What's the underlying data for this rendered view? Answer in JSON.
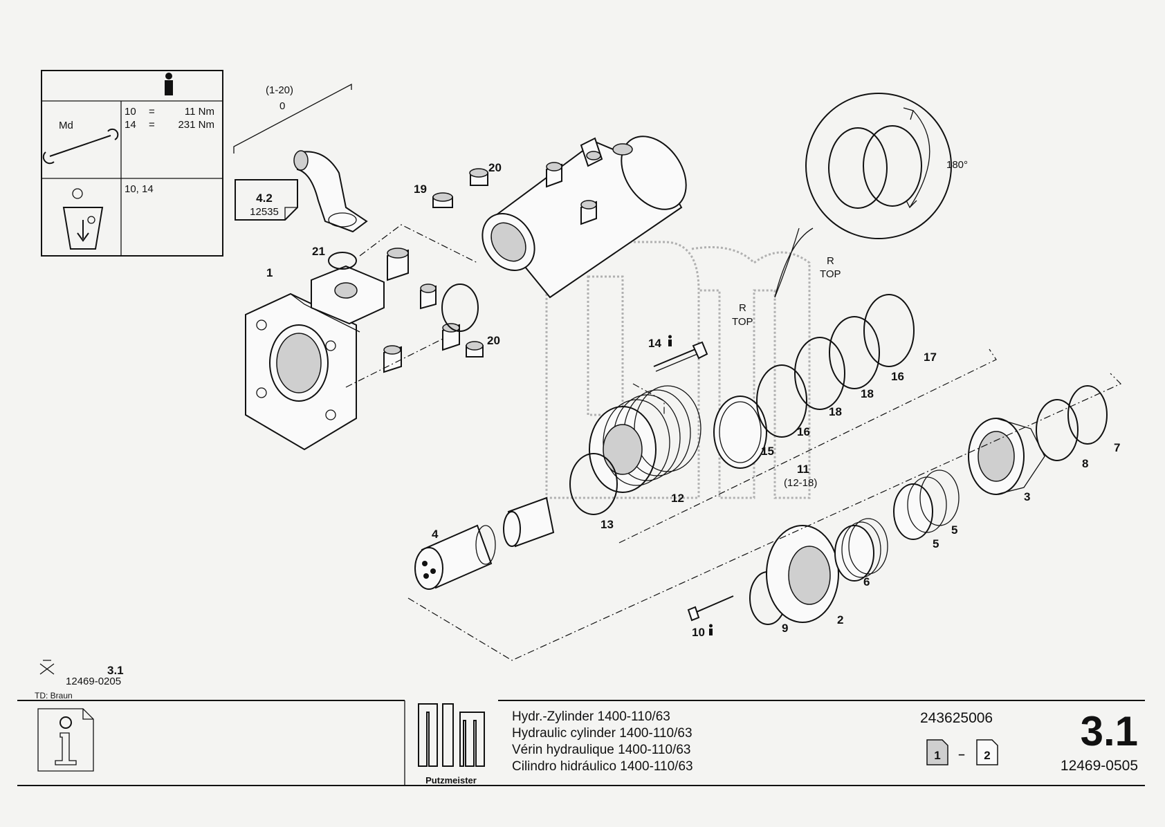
{
  "info_box": {
    "info_symbol": "i",
    "torque_label": "Md",
    "torque_specs": [
      {
        "pos": "10",
        "eq": "=",
        "value": "11 Nm"
      },
      {
        "pos": "14",
        "eq": "=",
        "value": "231 Nm"
      }
    ],
    "adhesive_positions": "10, 14"
  },
  "ref_box": {
    "top": "4.2",
    "bottom": "12535"
  },
  "group_range": {
    "range": "(1-20)",
    "number": "0"
  },
  "parts": {
    "p1": "1",
    "p2": "2",
    "p3": "3",
    "p4": "4",
    "p5a": "5",
    "p5b": "5",
    "p6": "6",
    "p7": "7",
    "p8": "8",
    "p9": "9",
    "p10": "10",
    "p11": "11",
    "p11_range": "(12-18)",
    "p12": "12",
    "p13": "13",
    "p14": "14",
    "p15": "15",
    "p16a": "16",
    "p16b": "16",
    "p17": "17",
    "p18a": "18",
    "p18b": "18",
    "p19": "19",
    "p20a": "20",
    "p20b": "20",
    "p21": "21"
  },
  "orientation": {
    "r": "R",
    "top": "TOP",
    "angle": "180°"
  },
  "footer": {
    "stamp_section": "3.1",
    "stamp_doc": "12469-0205",
    "td": "TD: Braun",
    "title_de": "Hydr.-Zylinder  1400-110/63",
    "title_en": "Hydraulic cylinder 1400-110/63",
    "title_fr": "Vérin hydraulique 1400-110/63",
    "title_es": "Cilindro hidráulico 1400-110/63",
    "brand": "Putzmeister",
    "brand_mark": "PM",
    "part_number": "243625006",
    "page_current": "1",
    "page_dash": "–",
    "page_total": "2",
    "section": "3.1",
    "doc_number": "12469-0505"
  }
}
